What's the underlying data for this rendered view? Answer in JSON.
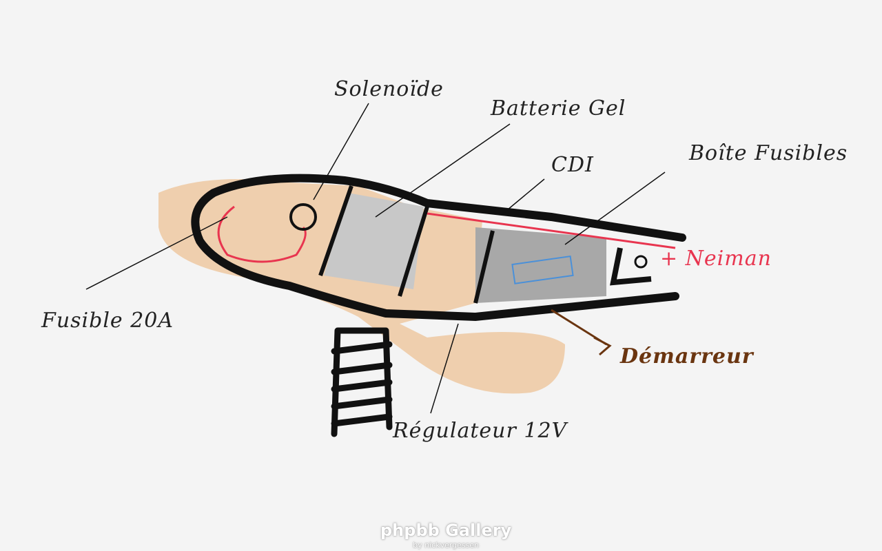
{
  "labels": {
    "solenoide": "Solenoïde",
    "batterie": "Batterie Gel",
    "cdi": "CDI",
    "boite_fusibles": "Boîte Fusibles",
    "neiman": "+ Neiman",
    "demarreur": "Démarreur",
    "regulateur": "Régulateur 12V",
    "fusible": "Fusible 20A"
  },
  "watermark": {
    "title": "phpbb Gallery",
    "subtitle": "by nickvergessen"
  },
  "colors": {
    "skin": "#efcfae",
    "outline": "#111111",
    "red": "#e8354f",
    "brown": "#6a3510",
    "grey": "#a8a8a8",
    "blue": "#4a90d9"
  }
}
